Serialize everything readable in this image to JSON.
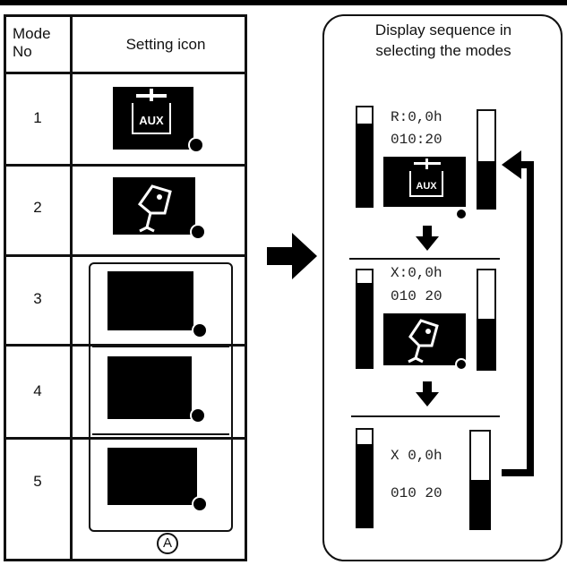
{
  "table": {
    "header_mode": "Mode\nNo",
    "header_mode_line1": "Mode",
    "header_mode_line2": "No",
    "header_icon": "Setting icon",
    "rows": [
      {
        "no": "1",
        "icon": "aux-icon",
        "icon_label": "AUX"
      },
      {
        "no": "2",
        "icon": "hand-bag-icon"
      },
      {
        "no": "3",
        "icon": "blank-icon"
      },
      {
        "no": "4",
        "icon": "blank-icon"
      },
      {
        "no": "5",
        "icon": "blank-icon"
      }
    ],
    "group_label": "A"
  },
  "sequence": {
    "title_line1": "Display sequence in",
    "title_line2": "selecting the modes",
    "screens": [
      {
        "line1": "R:0,0h",
        "line2": "010:20",
        "icon_label": "AUX"
      },
      {
        "line1": "X:0,0h",
        "line2": "010 20"
      },
      {
        "line1": "X 0,0h",
        "line2": "010 20"
      }
    ]
  }
}
